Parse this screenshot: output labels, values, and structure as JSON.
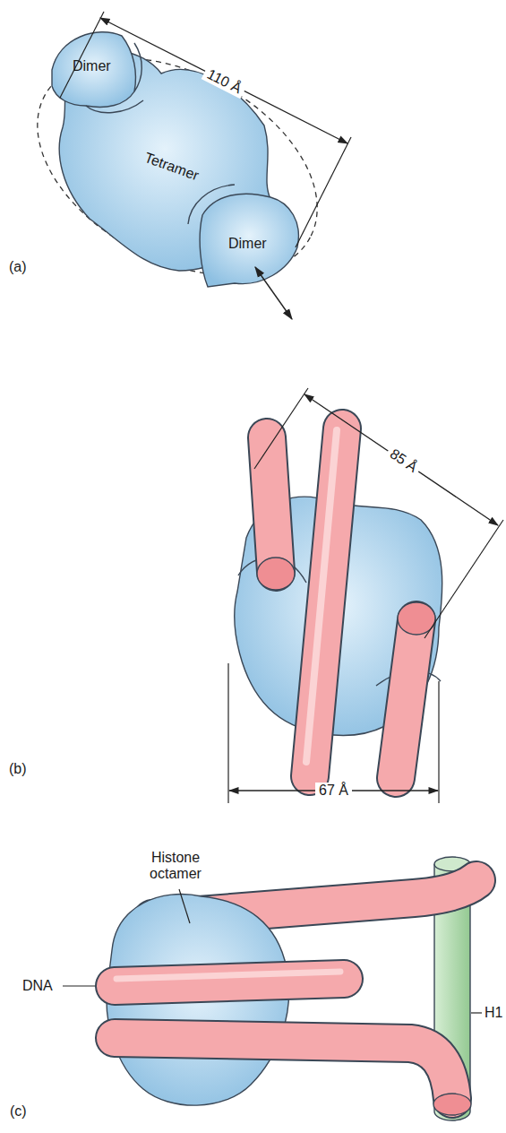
{
  "diagram": {
    "nodes": [
      {
        "text": [
          "Dimer"
        ]
      },
      {
        "text": [
          "Tetramer"
        ]
      },
      {
        "text": [
          "Dimer"
        ]
      }
    ],
    "labels": [
      "110 Å",
      "(a)",
      "85 Å",
      "67 Å",
      "(b)",
      "Histone octamer",
      "DNA",
      "H1",
      "(c)"
    ]
  }
}
